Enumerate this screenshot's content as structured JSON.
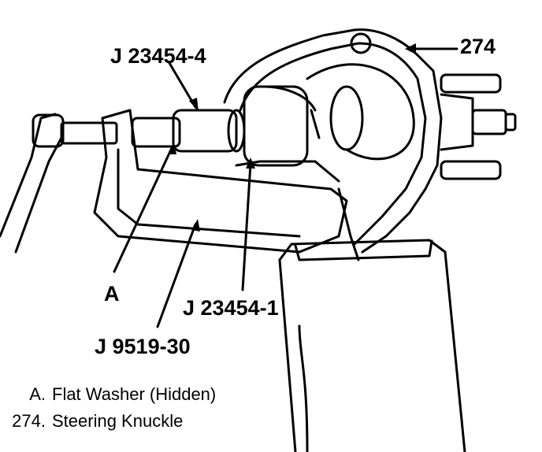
{
  "callouts": {
    "j23454_4": "J 23454-4",
    "c274": "274",
    "a": "A",
    "j23454_1": "J 23454-1",
    "j9519_30": "J 9519-30"
  },
  "legend": [
    {
      "key": "A.",
      "text": "Flat Washer (Hidden)"
    },
    {
      "key": "274.",
      "text": "Steering Knuckle"
    }
  ]
}
